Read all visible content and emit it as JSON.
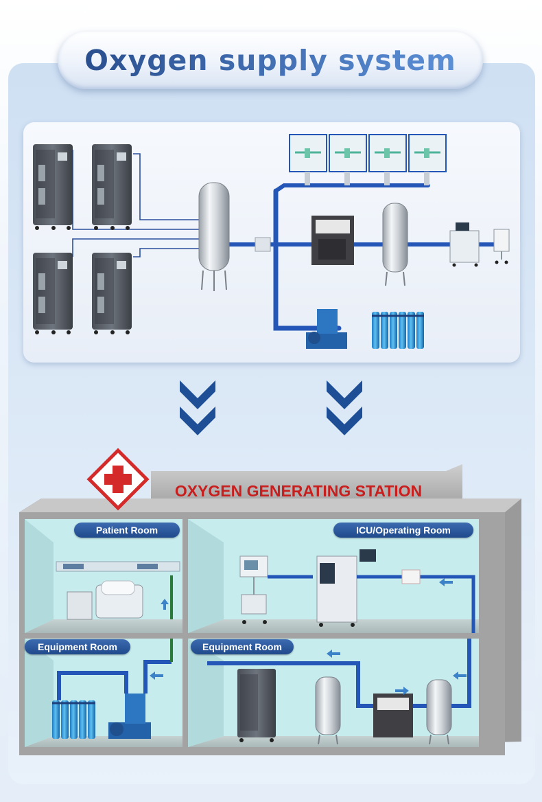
{
  "title": "Oxygen supply system",
  "station": {
    "label": "OXYGEN GENERATING STATION"
  },
  "rooms": {
    "patient_room": "Patient Room",
    "icu_room": "ICU/Operating Room",
    "equipment_room_left": "Equipment Room",
    "equipment_room_right": "Equipment Room"
  },
  "colors": {
    "title": "#2a4f8f",
    "pipe": "#2456b8",
    "station_text": "#c81e1e",
    "red_cross": "#d42a2a",
    "label_bg": "#1f4a8c",
    "room_wall": "#bfe3e5"
  },
  "icons": [
    "oxygen-generator-icon",
    "storage-tank-icon",
    "compressor-icon",
    "booster-pump-icon",
    "oxygen-cylinder-icon",
    "anesthesia-machine-icon",
    "ventilator-icon",
    "hospital-bed-icon",
    "terminal-panel-icon",
    "valve-icon",
    "down-chevron-icon",
    "red-cross-icon"
  ]
}
